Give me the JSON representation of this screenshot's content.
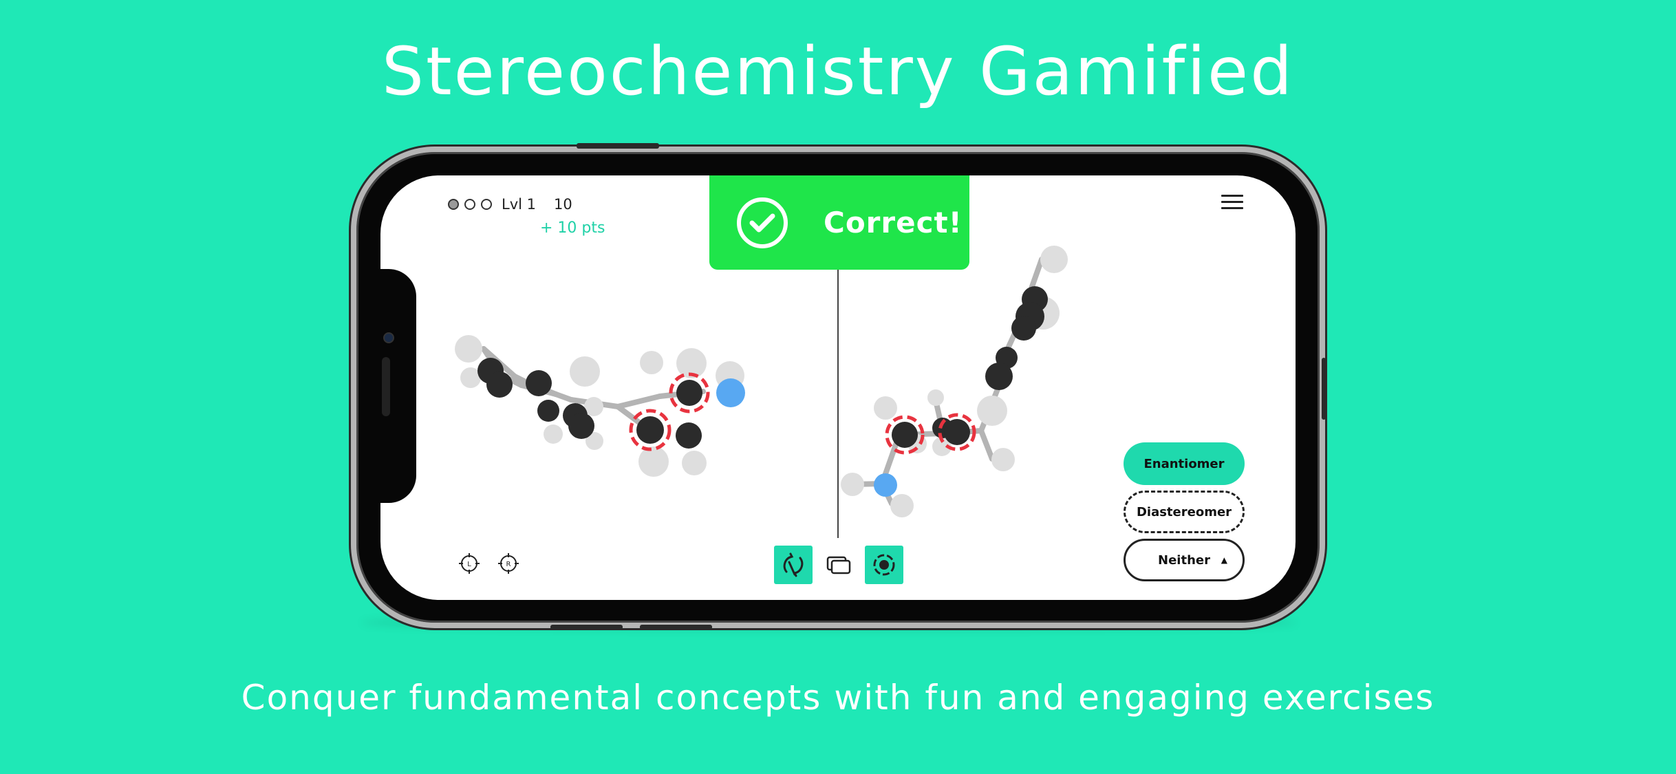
{
  "headline": "Stereochemistry Gamified",
  "tagline": "Conquer fundamental concepts with fun and engaging exercises",
  "hud": {
    "lives_total": 3,
    "lives_used": 1,
    "level": "Lvl 1",
    "score": "10",
    "points_gained": "+ 10 pts"
  },
  "feedback": {
    "label": "Correct!",
    "color": "#1fe54a"
  },
  "colors": {
    "background": "#1fe8b6",
    "accent": "#1fd9ad",
    "stereocenter": "#e8333f",
    "nitrogen": "#58a8f2",
    "carbon": "#2b2b2b",
    "hydrogen": "#dedede"
  },
  "tools": {
    "left_label": "L",
    "right_label": "R",
    "controls": [
      "rotate-icon",
      "overlay-icon",
      "center-icon"
    ]
  },
  "answers": {
    "enantiomer": "Enantiomer",
    "diastereomer": "Diastereomer",
    "neither": "Neither",
    "neither_caret": "▲"
  }
}
